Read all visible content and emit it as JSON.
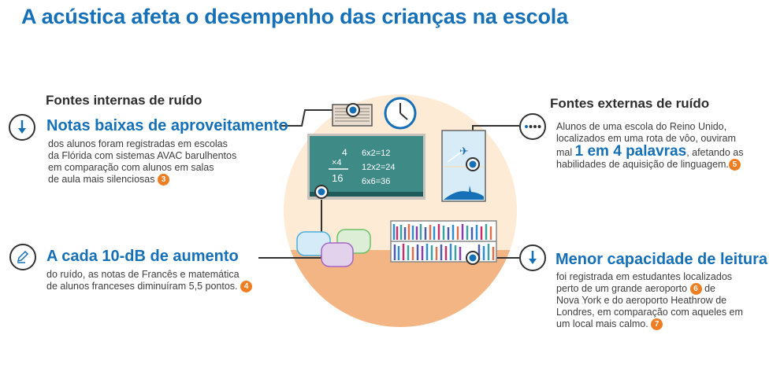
{
  "title": "A acústica afeta o desempenho das crianças na escola",
  "colors": {
    "brand_blue": "#1570b8",
    "badge_orange": "#ef7d22",
    "circle_light": "#fdebd6",
    "circle_floor": "#f3b583",
    "chalkboard": "#3e8a87"
  },
  "internal": {
    "heading": "Fontes internas de ruído",
    "items": [
      {
        "icon": "arrow-down-icon",
        "title": "Notas baixas de aproveitamento",
        "lines": [
          "dos alunos foram registradas em escolas",
          "da Flórida com sistemas AVAC barulhentos",
          "em comparação com alunos em salas",
          "de aula mais silenciosas"
        ],
        "badge": "3"
      },
      {
        "icon": "pencil-icon",
        "title": "A cada 10-dB de aumento",
        "lines": [
          "do ruído, as notas de Francês e matemática",
          "de alunos franceses diminuíram 5,5 pontos."
        ],
        "badge": "4"
      }
    ]
  },
  "external": {
    "heading": "Fontes externas de ruído",
    "items": [
      {
        "icon": "dots-icon",
        "lines_pre": [
          "Alunos de uma escola do Reino Unido,",
          "localizados em uma rota de vôo, ouviram"
        ],
        "mal": "mal",
        "highlight": "1 em 4 palavras",
        "after_highlight": ", afetando as",
        "last_line": "habilidades de aquisição de linguagem.",
        "badge": "5"
      },
      {
        "icon": "arrow-down-icon",
        "title": "Menor capacidade de leitura",
        "line1": "foi registrada em estudantes localizados",
        "line2_pre": "perto de um grande aeroporto",
        "badge_a": "6",
        "line2_post": "de",
        "line3": "Nova York e do aeroporto Heathrow de",
        "line4": "Londres, em comparação com aqueles em",
        "line5": "um local mais calmo.",
        "badge_b": "7"
      }
    ]
  },
  "illustration": {
    "chalkboard": {
      "mult_top": "4",
      "mult_op": "×4",
      "mult_result": "16",
      "equations": [
        "6x2=12",
        "12x2=24",
        "6x6=36"
      ]
    }
  }
}
